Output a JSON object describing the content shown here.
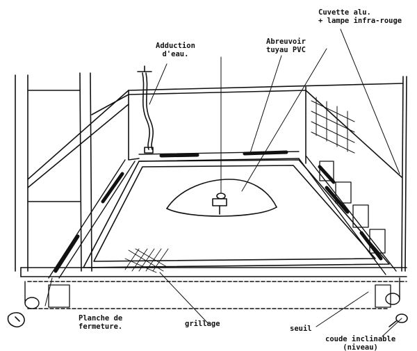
{
  "labels": {
    "cuvette": [
      "Cuvette alu.",
      "+ lampe infra-rouge"
    ],
    "adduction": [
      "Adduction",
      "d'eau."
    ],
    "abreuvoir": [
      "Abreuvoir",
      "tuyau PVC"
    ],
    "planche": [
      "Planche de",
      "fermeture."
    ],
    "grillage": "grillage",
    "seuil": "seuil",
    "coude": [
      "coude inclinable",
      "(niveau)"
    ]
  },
  "colors": {
    "ink": "#111111",
    "paper": "#ffffff"
  }
}
